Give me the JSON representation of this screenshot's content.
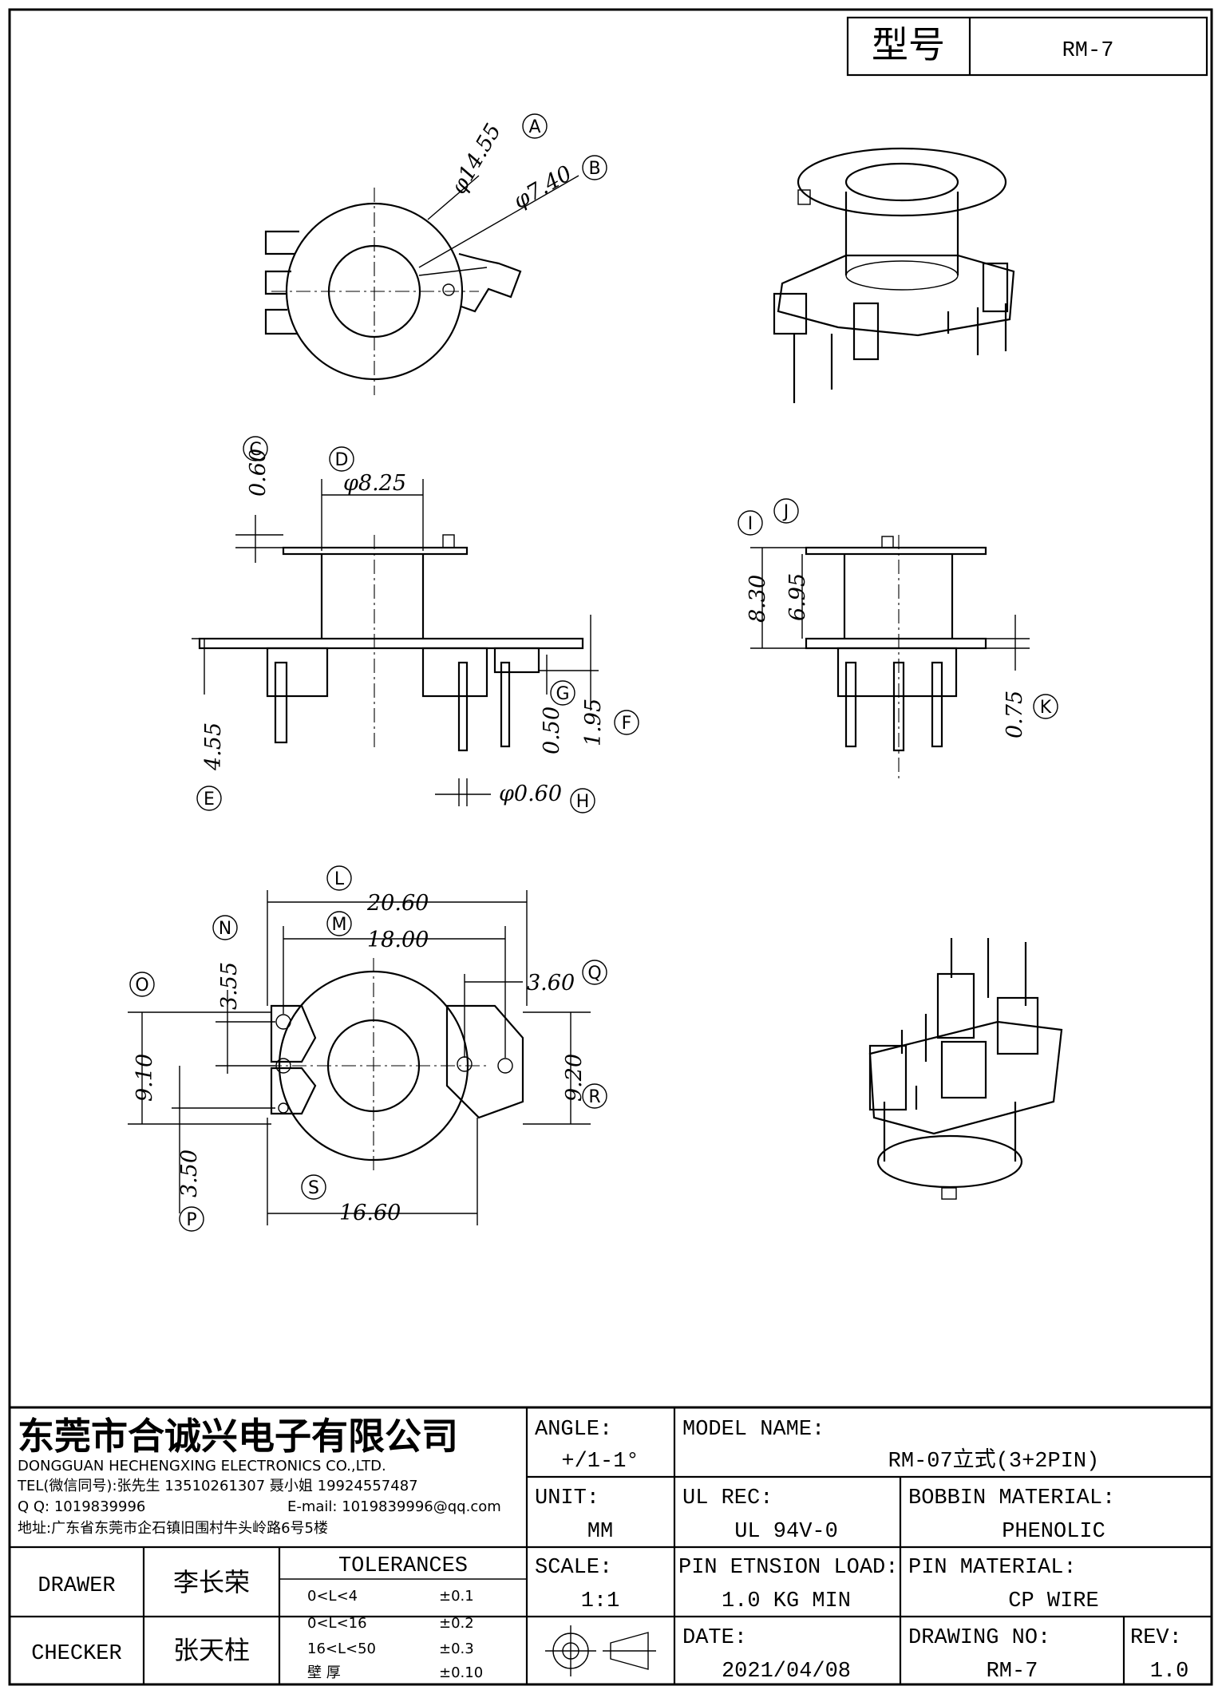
{
  "title_block_top": {
    "model_label": "型号",
    "model_value": "RM-7"
  },
  "dimensions": {
    "A": "φ14.55",
    "B": "φ7.40",
    "C": "0.60",
    "D": "φ8.25",
    "E": "4.55",
    "F": "1.95",
    "G": "0.50",
    "H": "φ0.60",
    "I": "8.30",
    "J": "6.95",
    "K": "0.75",
    "L": "20.60",
    "M": "18.00",
    "N": "3.55",
    "O": "9.10",
    "P": "3.50",
    "Q": "3.60",
    "R": "9.20",
    "S": "16.60"
  },
  "callouts": [
    "A",
    "B",
    "C",
    "D",
    "E",
    "F",
    "G",
    "H",
    "I",
    "J",
    "K",
    "L",
    "M",
    "N",
    "O",
    "P",
    "Q",
    "R",
    "S"
  ],
  "company": {
    "name_cn": "东莞市合诚兴电子有限公司",
    "name_en": "DONGGUAN HECHENGXING ELECTRONICS CO.,LTD.",
    "tel": "TEL(微信同号):张先生 13510261307 聂小姐 19924557487",
    "qq": "Q Q: 1019839996",
    "email": "E-mail: 1019839996@qq.com",
    "address": "地址:广东省东莞市企石镇旧围村牛头岭路6号5楼"
  },
  "title_block": {
    "angle_label": "ANGLE:",
    "angle_value": "+/1-1°",
    "unit_label": "UNIT:",
    "unit_value": "MM",
    "scale_label": "SCALE:",
    "scale_value": "1:1",
    "model_name_label": "MODEL NAME:",
    "model_name_value": "RM-07立式(3+2PIN)",
    "ul_rec_label": "UL REC:",
    "ul_rec_value": "UL 94V-0",
    "bobbin_material_label": "BOBBIN MATERIAL:",
    "bobbin_material_value": "PHENOLIC",
    "pin_tension_label": "PIN ETNSION LOAD:",
    "pin_tension_value": "1.0 KG MIN",
    "pin_material_label": "PIN MATERIAL:",
    "pin_material_value": "CP WIRE",
    "date_label": "DATE:",
    "date_value": "2021/04/08",
    "drawing_no_label": "DRAWING NO:",
    "drawing_no_value": "RM-7",
    "rev_label": "REV:",
    "rev_value": "1.0",
    "drawer_label": "DRAWER",
    "drawer_value": "李长荣",
    "checker_label": "CHECKER",
    "checker_value": "张天柱",
    "tolerances_label": "TOLERANCES",
    "tolerances": [
      {
        "range": "0<L<4",
        "value": "±0.1"
      },
      {
        "range": "0<L<16",
        "value": "±0.2"
      },
      {
        "range": "16<L<50",
        "value": "±0.3"
      },
      {
        "range": "壁 厚",
        "value": "±0.10"
      }
    ]
  }
}
